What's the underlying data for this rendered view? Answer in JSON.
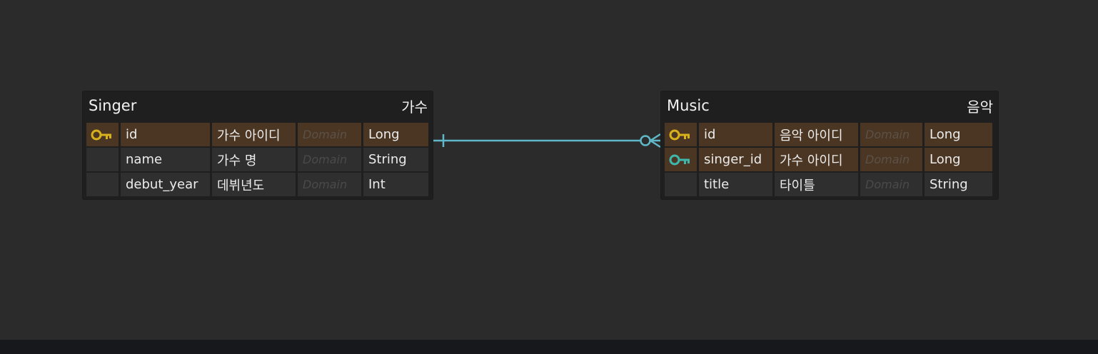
{
  "colors": {
    "background": "#2b2b2b",
    "entity_bg": "#1f1f1f",
    "key_row_bg": "#4a3622",
    "cell_bg": "#2f2f2f",
    "primary_key_icon": "#d9b11d",
    "foreign_key_icon": "#3fb7ad",
    "relationship_line": "#5fb8c8"
  },
  "entities": [
    {
      "name": "Singer",
      "logical_name": "가수",
      "columns": [
        {
          "key": "primary-key-icon",
          "name": "id",
          "logical": "가수 아이디",
          "domain": "Domain",
          "type": "Long"
        },
        {
          "key": "",
          "name": "name",
          "logical": "가수 명",
          "domain": "Domain",
          "type": "String"
        },
        {
          "key": "",
          "name": "debut_year",
          "logical": "데뷔년도",
          "domain": "Domain",
          "type": "Int"
        }
      ]
    },
    {
      "name": "Music",
      "logical_name": "음악",
      "columns": [
        {
          "key": "primary-key-icon",
          "name": "id",
          "logical": "음악 아이디",
          "domain": "Domain",
          "type": "Long"
        },
        {
          "key": "foreign-key-icon",
          "name": "singer_id",
          "logical": "가수 아이디",
          "domain": "Domain",
          "type": "Long"
        },
        {
          "key": "",
          "name": "title",
          "logical": "타이틀",
          "domain": "Domain",
          "type": "String"
        }
      ]
    }
  ],
  "relationship": {
    "from": "Singer",
    "to": "Music",
    "from_cardinality": "one",
    "to_cardinality": "zero-or-many"
  }
}
